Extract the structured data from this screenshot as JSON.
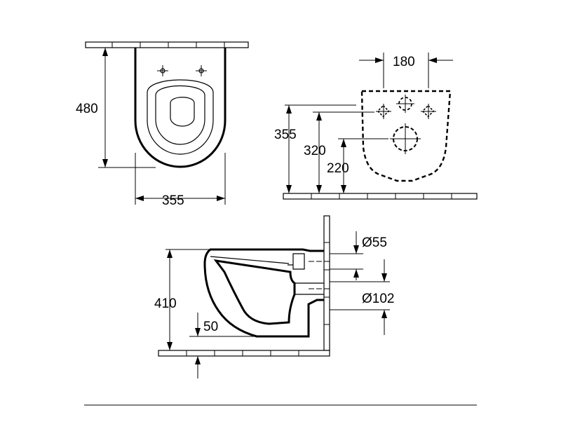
{
  "top_view": {
    "height_label": "480",
    "width_label": "355"
  },
  "rear_view": {
    "spacing_label": "180",
    "height_355_label": "355",
    "height_320_label": "320",
    "height_220_label": "220"
  },
  "side_view": {
    "height_label": "410",
    "base_label": "50",
    "inlet_label": "Ø55",
    "outlet_label": "Ø102"
  }
}
